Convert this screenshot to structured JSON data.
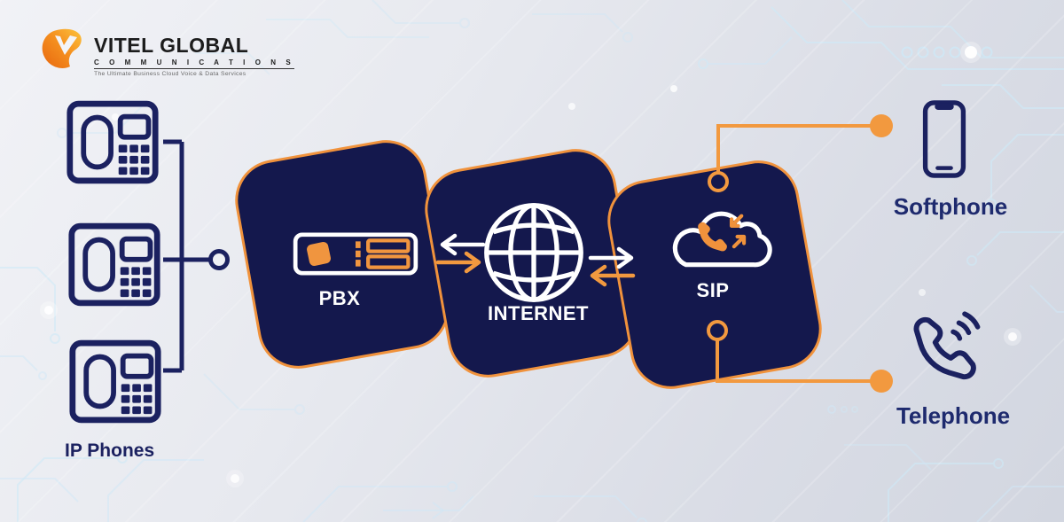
{
  "brand": {
    "name": "VITEL GLOBAL",
    "subtitle": "C O M M U N I C A T I O N S",
    "tagline": "The Ultimate Business Cloud Voice & Data Services",
    "logo_icon": "flame-v-icon"
  },
  "diagram": {
    "source_group": {
      "label": "IP Phones",
      "device_count": 3,
      "icon": "ip-phone-icon",
      "connector": "navy-bracket-with-node-circle"
    },
    "nodes": [
      {
        "id": "pbx",
        "label": "PBX",
        "icon": "pbx-appliance-icon"
      },
      {
        "id": "internet",
        "label": "INTERNET",
        "icon": "globe-icon"
      },
      {
        "id": "sip",
        "label": "SIP",
        "icon": "cloud-call-icon"
      }
    ],
    "flows": [
      {
        "between": "pbx-internet",
        "arrows": [
          "white-arrow-left",
          "orange-arrow-right"
        ]
      },
      {
        "between": "internet-sip",
        "arrows": [
          "white-arrow-right",
          "orange-arrow-left"
        ]
      }
    ],
    "endpoints": [
      {
        "label": "Softphone",
        "icon": "smartphone-icon",
        "connector": "orange-line-ring-to-dot-top"
      },
      {
        "label": "Telephone",
        "icon": "handset-icon",
        "connector": "orange-line-ring-to-dot-bottom"
      }
    ]
  },
  "colors": {
    "card_navy": "#14184d",
    "card_border_orange": "#f0923c",
    "accent_orange": "#f2993f",
    "icon_navy": "#1b2160",
    "label_navy": "#1e2a6e",
    "background_light": "#e7e9ef",
    "circuit_trace": "#cfe8f6",
    "white": "#ffffff"
  }
}
